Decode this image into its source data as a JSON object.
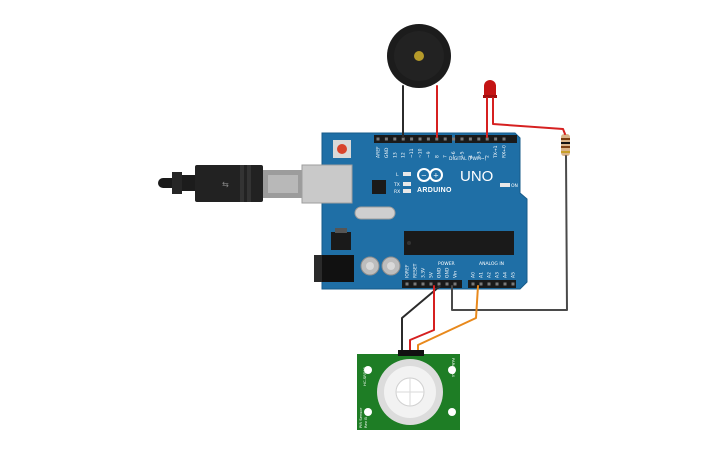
{
  "board": {
    "model": "UNO",
    "brand": "ARDUINO",
    "digital_header_label": "DIGITAL (PWM~)",
    "power_label": "POWER",
    "analog_label": "ANALOG IN",
    "on_label": "ON",
    "tx_label": "TX",
    "rx_label": "RX",
    "l_label": "L",
    "digital_pins": [
      "AREF",
      "GND",
      "13",
      "12",
      "~11",
      "~10",
      "~9",
      "8",
      "7",
      "~6",
      "~5",
      "4",
      "~3",
      "2",
      "TX→1",
      "RX←0"
    ],
    "power_pins": [
      "IOREF",
      "RESET",
      "3.3V",
      "5V",
      "GND",
      "GND",
      "Vin"
    ],
    "analog_pins": [
      "A0",
      "A1",
      "A2",
      "A3",
      "A4",
      "A5"
    ]
  },
  "pir": {
    "model_label": "HC-SR501",
    "side_label": "PARALLAX",
    "bottom_label": "PIR Sensor",
    "rev_label": "Rev B"
  },
  "colors": {
    "board": "#1f6fa6",
    "board_edge": "#175b8a",
    "wire_red": "#d62020",
    "wire_black": "#2b2b2b",
    "wire_orange": "#e8891c",
    "wire_gray": "#4a4a4a",
    "pir_pcb": "#1e7d25",
    "led": "#c41414"
  }
}
